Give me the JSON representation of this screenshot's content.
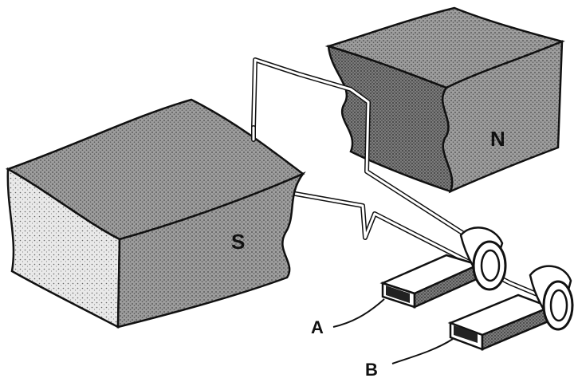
{
  "diagram": {
    "magnet_south_label": "S",
    "magnet_north_label": "N",
    "brush_a_label": "A",
    "brush_b_label": "B"
  }
}
